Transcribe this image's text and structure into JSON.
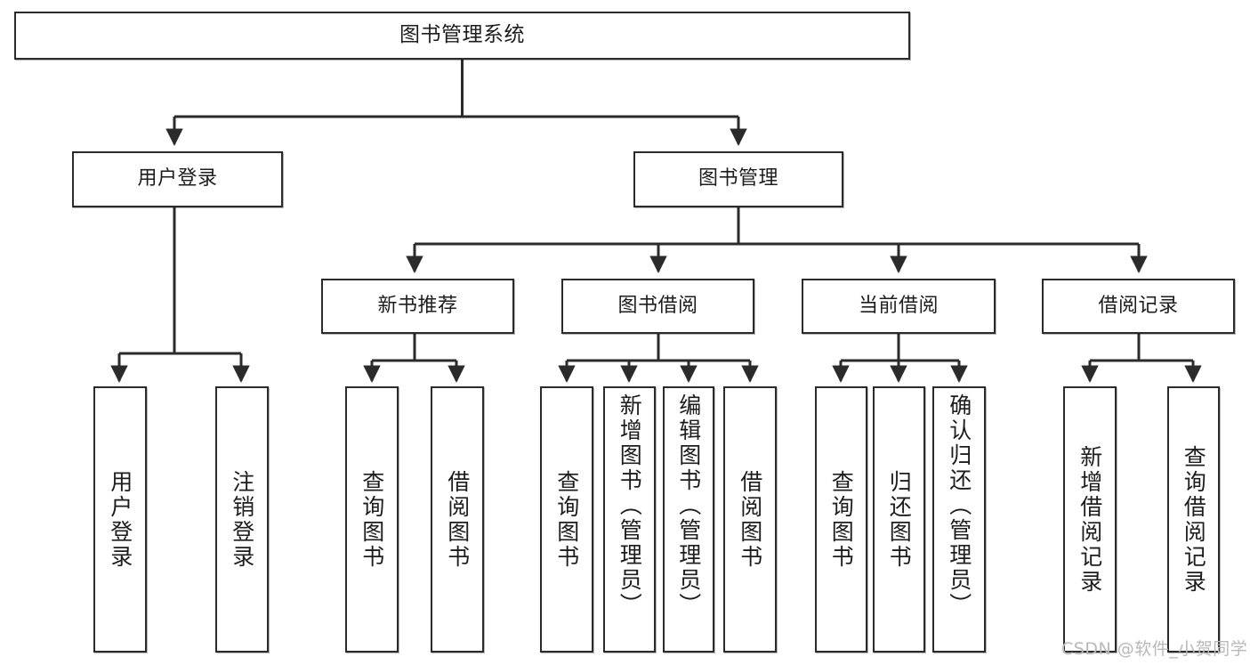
{
  "diagram": {
    "title": "图书管理系统",
    "type": "tree-hierarchy-diagram",
    "watermark": "CSDN @软件_小贺同学",
    "colors": {
      "node_border": "#2b2b2b",
      "node_fill": "#ffffff",
      "edge": "#2b2b2b",
      "text": "#1d1d1d",
      "watermark": "#b9b9b9",
      "background": "#ffffff"
    },
    "root": {
      "label": "图书管理系统"
    },
    "level2": [
      {
        "id": "user-login",
        "label": "用户登录"
      },
      {
        "id": "book-management",
        "label": "图书管理"
      }
    ],
    "level3": [
      {
        "id": "new-book-recommend",
        "label": "新书推荐",
        "parent": "book-management"
      },
      {
        "id": "book-borrow",
        "label": "图书借阅",
        "parent": "book-management"
      },
      {
        "id": "current-borrow",
        "label": "当前借阅",
        "parent": "book-management"
      },
      {
        "id": "borrow-record",
        "label": "借阅记录",
        "parent": "book-management"
      }
    ],
    "leaves": {
      "user-login": [
        {
          "id": "leaf-user-login",
          "label": "用户登录"
        },
        {
          "id": "leaf-logout-login",
          "label": "注销登录"
        }
      ],
      "new-book-recommend": [
        {
          "id": "leaf-query-book-1",
          "label": "查询图书"
        },
        {
          "id": "leaf-borrow-book-1",
          "label": "借阅图书"
        }
      ],
      "book-borrow": [
        {
          "id": "leaf-query-book-2",
          "label": "查询图书"
        },
        {
          "id": "leaf-add-book-admin",
          "label": "新增图书（管理员）"
        },
        {
          "id": "leaf-edit-book-admin",
          "label": "编辑图书（管理员）"
        },
        {
          "id": "leaf-borrow-book-2",
          "label": "借阅图书"
        }
      ],
      "current-borrow": [
        {
          "id": "leaf-query-book-3",
          "label": "查询图书"
        },
        {
          "id": "leaf-return-book",
          "label": "归还图书"
        },
        {
          "id": "leaf-confirm-return-admin",
          "label": "确认归还（管理员）"
        }
      ],
      "borrow-record": [
        {
          "id": "leaf-add-borrow-record",
          "label": "新增借阅记录"
        },
        {
          "id": "leaf-query-borrow-record",
          "label": "查询借阅记录"
        }
      ]
    }
  }
}
